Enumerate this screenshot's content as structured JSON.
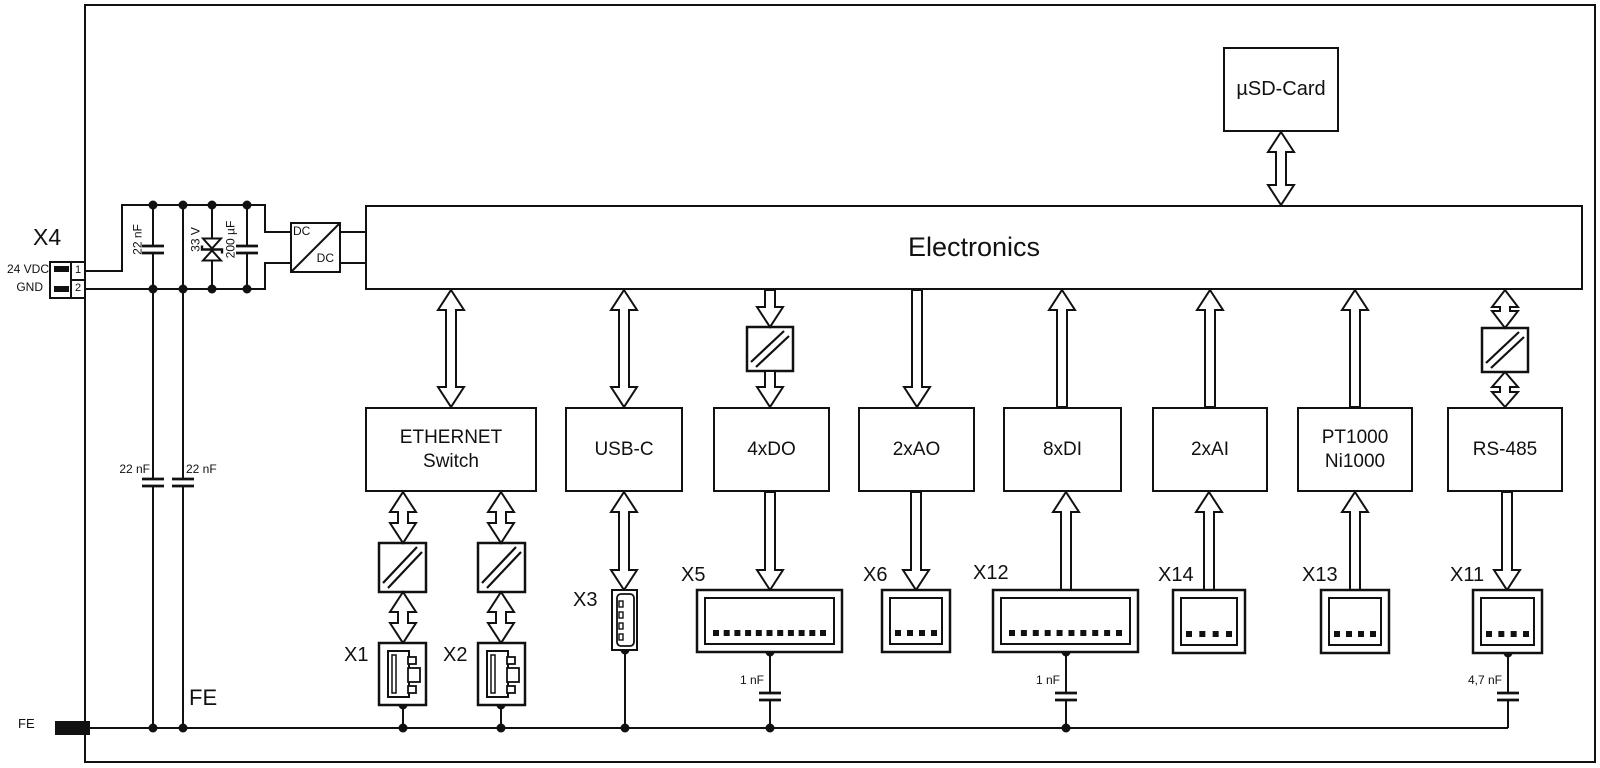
{
  "power_input": {
    "connector_label": "X4",
    "pins": [
      {
        "number": "1",
        "name": "24 VDC"
      },
      {
        "number": "2",
        "name": "GND"
      }
    ],
    "filter_cap": "22 nF",
    "tvs_diode": "33 V",
    "bulk_cap": "200 µF",
    "dcdc_label_top": "DC",
    "dcdc_label_bottom": "DC",
    "emi_caps": [
      {
        "value": "22 nF"
      },
      {
        "value": "22 nF"
      }
    ]
  },
  "main_board": {
    "electronics_label": "Electronics",
    "sd_card_label": "µSD-Card"
  },
  "function_blocks": [
    {
      "id": "ethernet-switch",
      "line1": "ETHERNET",
      "line2": "Switch"
    },
    {
      "id": "usb-c",
      "line1": "USB-C"
    },
    {
      "id": "4xdo",
      "line1": "4xDO"
    },
    {
      "id": "2xao",
      "line1": "2xAO"
    },
    {
      "id": "8xdi",
      "line1": "8xDI"
    },
    {
      "id": "2xai",
      "line1": "2xAI"
    },
    {
      "id": "pt1000-ni1000",
      "line1": "PT1000",
      "line2": "Ni1000"
    },
    {
      "id": "rs-485",
      "line1": "RS-485"
    }
  ],
  "connectors": [
    {
      "label": "X1"
    },
    {
      "label": "X2"
    },
    {
      "label": "X3"
    },
    {
      "label": "X5"
    },
    {
      "label": "X6"
    },
    {
      "label": "X12"
    },
    {
      "label": "X14"
    },
    {
      "label": "X13"
    },
    {
      "label": "X11"
    }
  ],
  "grounding": {
    "fe_terminal_label": "FE",
    "fe_rail_label": "FE",
    "drop_caps": [
      {
        "value": "1 nF"
      },
      {
        "value": "1 nF"
      },
      {
        "value": "4,7 nF"
      }
    ]
  }
}
